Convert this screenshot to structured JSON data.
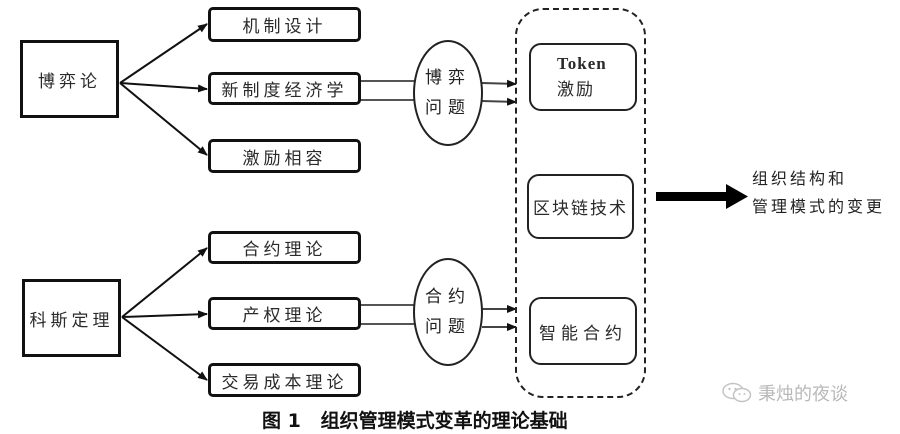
{
  "sources": [
    {
      "label": "博弈论"
    },
    {
      "label": "科斯定理"
    }
  ],
  "theories": [
    {
      "label": "机制设计",
      "source": 0
    },
    {
      "label": "新制度经济学",
      "source": 0
    },
    {
      "label": "激励相容",
      "source": 0
    },
    {
      "label": "合约理论",
      "source": 1
    },
    {
      "label": "产权理论",
      "source": 1
    },
    {
      "label": "交易成本理论",
      "source": 1
    }
  ],
  "problems": [
    {
      "line1": "博弈",
      "line2": "问题"
    },
    {
      "line1": "合约",
      "line2": "问题"
    }
  ],
  "technologies": [
    {
      "line1": "Token",
      "line2": "激励"
    },
    {
      "label": "区块链技术"
    },
    {
      "label": "智能合约"
    }
  ],
  "result": {
    "line1": "组织结构和",
    "line2": "管理模式的变更"
  },
  "caption": "图 1   组织管理模式变革的理论基础",
  "watermark": {
    "icon": "wechat-icon",
    "text": "秉烛的夜谈"
  }
}
